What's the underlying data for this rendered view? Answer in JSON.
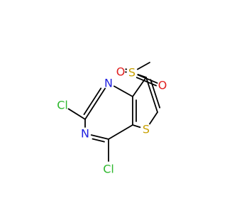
{
  "molecule": {
    "atoms": {
      "cl_top": "Cl",
      "n_top": "N",
      "n_bottom": "N",
      "cl_bottom": "Cl",
      "s_ring": "S",
      "s_sulfonyl": "S",
      "o_left": "O",
      "o_right": "O"
    }
  },
  "colors": {
    "bond": "#000000",
    "chlorine": "#2eb82e",
    "nitrogen": "#2020e0",
    "sulfur": "#c8a000",
    "oxygen": "#e02020"
  }
}
